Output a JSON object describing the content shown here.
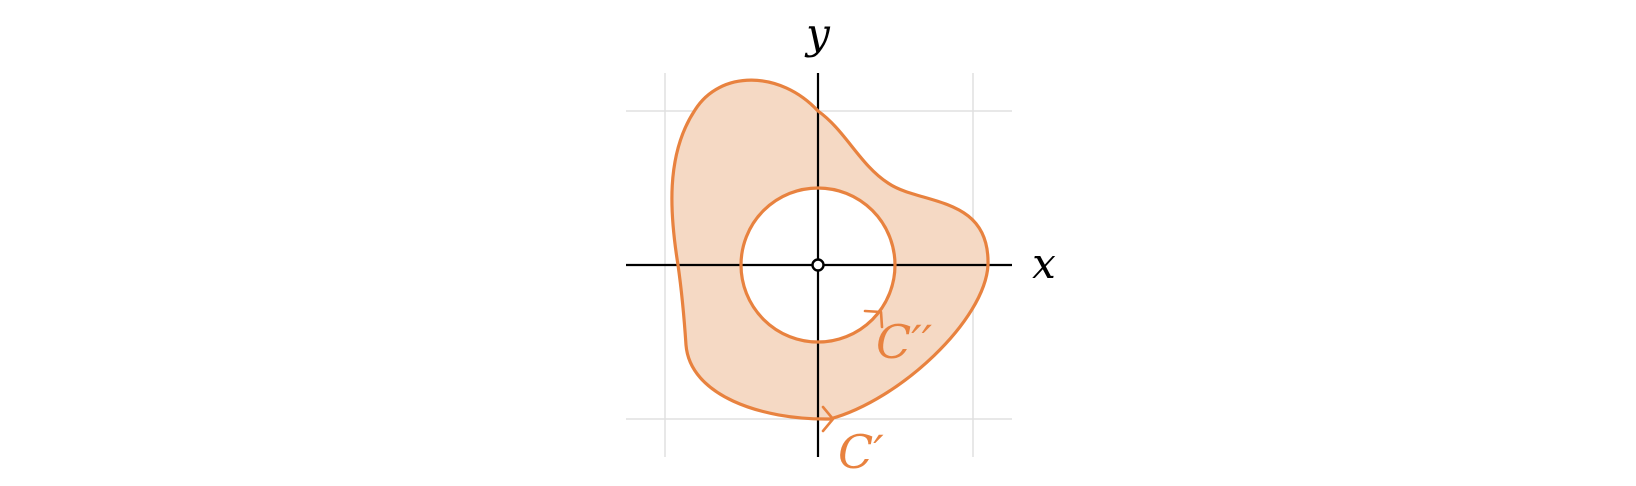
{
  "labels": {
    "x_axis": "x",
    "y_axis": "y",
    "outer_curve": "C′",
    "inner_curve": "C′′"
  },
  "colors": {
    "curve": "#e8823f",
    "region_fill": "#f5d9c4",
    "axis": "#000000",
    "grid": "#e0e0e0",
    "background": "#ffffff"
  }
}
